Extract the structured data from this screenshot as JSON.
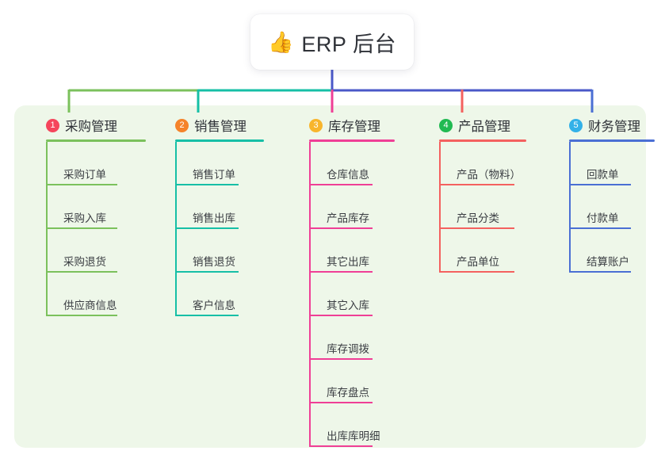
{
  "root": {
    "icon": "thumbs-up-icon",
    "icon_glyph": "👍",
    "title": "ERP 后台"
  },
  "canvas": {
    "background_color": "#eef7e9"
  },
  "connectors": {
    "trunk_color": "#4a58c8",
    "bar_segments": [
      {
        "color": "#7bc15c"
      },
      {
        "color": "#16bfa6"
      },
      {
        "color": "#4a58c8"
      }
    ]
  },
  "columns": [
    {
      "number": "1",
      "title": "采购管理",
      "badge_color": "#f5455c",
      "line_color": "#7bc15c",
      "drop_color": "#7bc15c",
      "items": [
        {
          "label": "采购订单"
        },
        {
          "label": "采购入库"
        },
        {
          "label": "采购退货"
        },
        {
          "label": "供应商信息"
        }
      ]
    },
    {
      "number": "2",
      "title": "销售管理",
      "badge_color": "#f5832a",
      "line_color": "#16bfa6",
      "drop_color": "#16bfa6",
      "items": [
        {
          "label": "销售订单"
        },
        {
          "label": "销售出库"
        },
        {
          "label": "销售退货"
        },
        {
          "label": "客户信息"
        }
      ]
    },
    {
      "number": "3",
      "title": "库存管理",
      "badge_color": "#f8b52c",
      "line_color": "#ef3f96",
      "drop_color": "#ef3f96",
      "items": [
        {
          "label": "仓库信息"
        },
        {
          "label": "产品库存"
        },
        {
          "label": "其它出库"
        },
        {
          "label": "其它入库"
        },
        {
          "label": "库存调拨"
        },
        {
          "label": "库存盘点"
        },
        {
          "label": "出库库明细"
        }
      ]
    },
    {
      "number": "4",
      "title": "产品管理",
      "badge_color": "#21ba52",
      "line_color": "#f4615f",
      "drop_color": "#f4615f",
      "items": [
        {
          "label": "产品（物料）"
        },
        {
          "label": "产品分类"
        },
        {
          "label": "产品单位"
        }
      ]
    },
    {
      "number": "5",
      "title": "财务管理",
      "badge_color": "#33b1e8",
      "line_color": "#4a6fd4",
      "drop_color": "#4a6fd4",
      "items": [
        {
          "label": "回款单"
        },
        {
          "label": "付款单"
        },
        {
          "label": "结算账户"
        }
      ]
    }
  ]
}
